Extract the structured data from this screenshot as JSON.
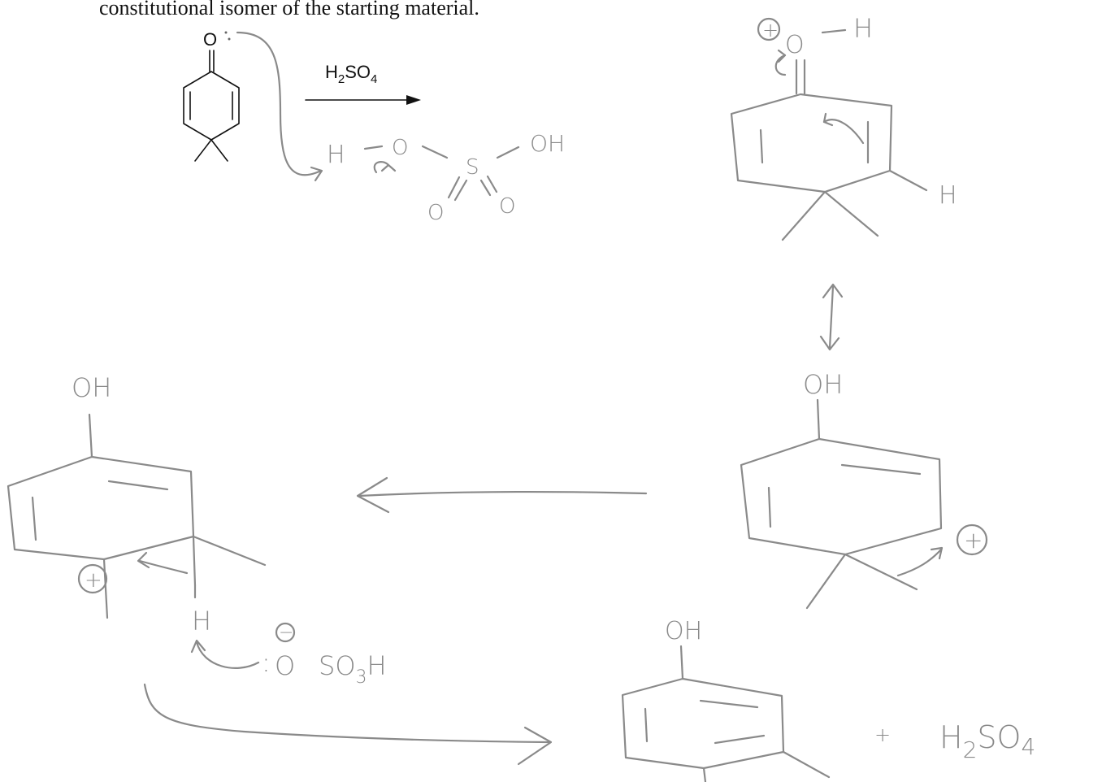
{
  "question_text": "constitutional isomer of the starting material.",
  "reagent": {
    "main": "H",
    "sub1": "2",
    "mid": "SO",
    "sub2": "4"
  },
  "starting_material": {
    "carbonyl_oxygen": "O"
  },
  "sulfuric_acid": {
    "h": "H",
    "o_bridge": "O",
    "s": "S",
    "oh": "OH",
    "o_top": "O",
    "o_right": "O"
  },
  "protonated_ketone": {
    "charge": "+",
    "oxygen": "O",
    "h": "H",
    "ring_h": "H"
  },
  "resonance_cation": {
    "oh": "OH",
    "charge": "+"
  },
  "shifted_cation": {
    "oh": "OH",
    "charge": "+",
    "h": "H"
  },
  "bisulfate": {
    "charge": "−",
    "colon": ":",
    "o": "O",
    "so": "SO",
    "sub": "3",
    "h": "H"
  },
  "product": {
    "oh": "OH",
    "plus": "+",
    "h": "H",
    "sub": "2",
    "so": "SO",
    "sub2": "4"
  }
}
